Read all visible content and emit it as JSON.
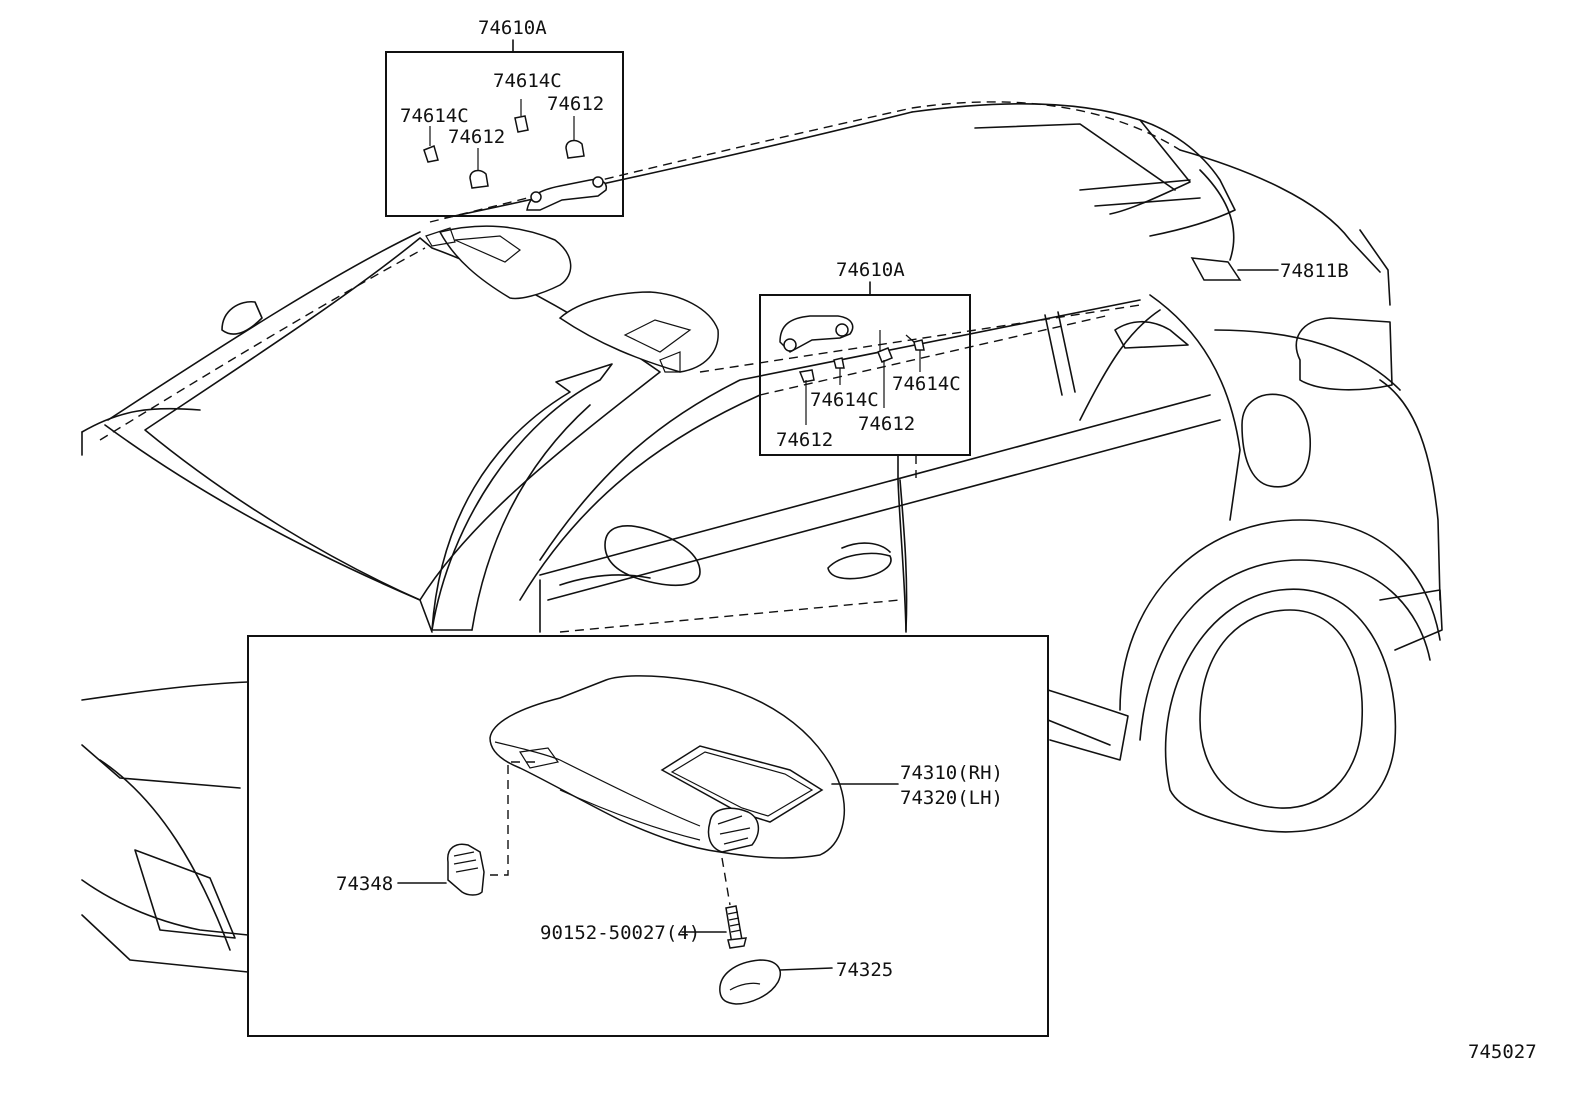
{
  "labels": {
    "assy_top_left": "74610A",
    "assy_right": "74610A",
    "clip_a": "74614C",
    "clip_b": "74614C",
    "clip_c": "74614C",
    "clip_d": "74614C",
    "holder_a": "74612",
    "holder_b": "74612",
    "holder_c": "74612",
    "holder_d": "74612",
    "rear_item": "74811B",
    "visor_rh": "74310(RH)",
    "visor_lh": "74320(LH)",
    "visor_holder": "74348",
    "screw": "90152-50027(4)",
    "cover": "74325",
    "figure_number": "745027"
  }
}
